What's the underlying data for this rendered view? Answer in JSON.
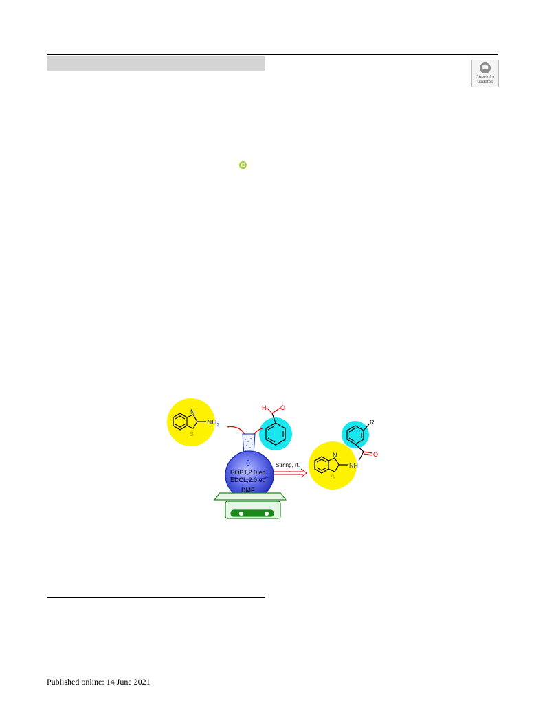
{
  "header": {
    "crossmark": {
      "icon": "crossmark-icon",
      "line1": "Check for",
      "line2": "updates"
    }
  },
  "authors": {
    "orcid_icon": "orcid-icon"
  },
  "graphic": {
    "amine_label": "NH",
    "amine_subscript": "2",
    "aldehyde_h": "H",
    "aldehyde_o": "O",
    "ring_n": "N",
    "ring_s": "S",
    "reagent1": "HOBT,2.0 eq",
    "reagent2": "EDCL,2.0 eq",
    "solvent": "DMF",
    "condition": "Strring, rt.",
    "product_r": "R",
    "product_o": "O",
    "product_n": "N",
    "product_s": "S",
    "product_nh": "NH",
    "colors": {
      "yellow": "#fff200",
      "cyan": "#19e6ee",
      "flask": "#4a55d8",
      "plate": "#1a8a1a",
      "arrow": "#e00000",
      "blue_text": "#1428b4",
      "red_text": "#e00000"
    }
  },
  "footer": {
    "published": "Published online: 14 June 2021"
  }
}
